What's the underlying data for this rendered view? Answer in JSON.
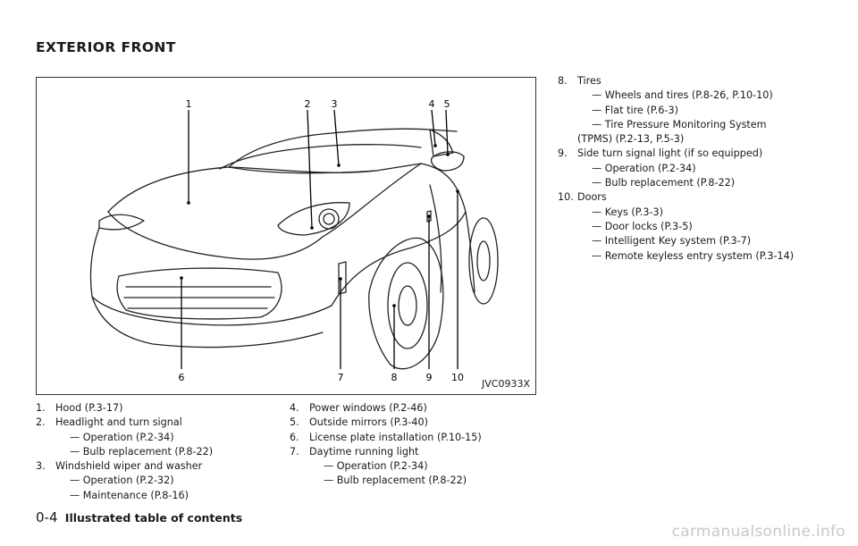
{
  "page_title": "EXTERIOR FRONT",
  "figure": {
    "code": "JVC0933X",
    "callouts": [
      "1",
      "2",
      "3",
      "4",
      "5",
      "6",
      "7",
      "8",
      "9",
      "10"
    ]
  },
  "list_a": [
    {
      "num": "1.",
      "text": "Hood (P.3-17)",
      "subs": []
    },
    {
      "num": "2.",
      "text": "Headlight and turn signal",
      "subs": [
        "— Operation (P.2-34)",
        "— Bulb replacement (P.8-22)"
      ]
    },
    {
      "num": "3.",
      "text": "Windshield wiper and washer",
      "subs": [
        "— Operation (P.2-32)",
        "— Maintenance (P.8-16)"
      ]
    }
  ],
  "list_b": [
    {
      "num": "4.",
      "text": "Power windows (P.2-46)",
      "subs": []
    },
    {
      "num": "5.",
      "text": "Outside mirrors (P.3-40)",
      "subs": []
    },
    {
      "num": "6.",
      "text": "License plate installation (P.10-15)",
      "subs": []
    },
    {
      "num": "7.",
      "text": "Daytime running light",
      "subs": [
        "— Operation (P.2-34)",
        "— Bulb replacement (P.8-22)"
      ]
    }
  ],
  "list_c": [
    {
      "num": "8.",
      "text": "Tires",
      "subs": [
        "— Wheels and tires (P.8-26, P.10-10)",
        "— Flat tire (P.6-3)",
        "— Tire Pressure Monitoring System"
      ],
      "cont": "(TPMS) (P.2-13, P.5-3)"
    },
    {
      "num": "9.",
      "text": "Side turn signal light (if so equipped)",
      "subs": [
        "— Operation (P.2-34)",
        "— Bulb replacement (P.8-22)"
      ]
    },
    {
      "num": "10.",
      "text": "Doors",
      "subs": [
        "— Keys (P.3-3)",
        "— Door locks (P.3-5)",
        "— Intelligent Key system (P.3-7)",
        "— Remote keyless entry system (P.3-14)"
      ]
    }
  ],
  "footer": {
    "page_number": "0-4",
    "section": "Illustrated table of contents"
  },
  "watermark": "carmanualsonline.info"
}
